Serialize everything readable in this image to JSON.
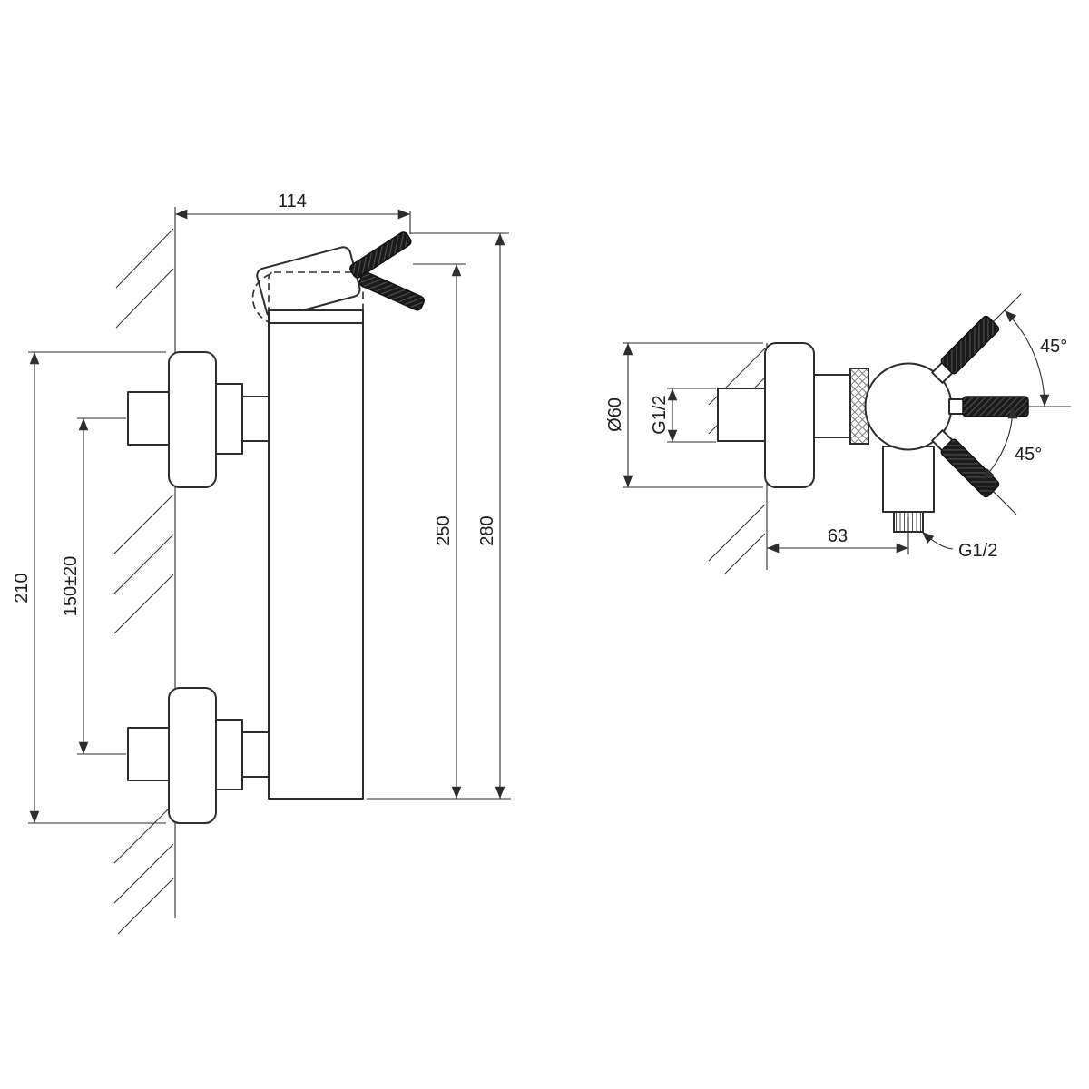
{
  "page": {
    "background": "#ffffff",
    "line_color": "#2d2d2d"
  },
  "drawing": {
    "side_view": {
      "dim_width": "114",
      "dim_overall_height_left": "210",
      "dim_connection_spacing": "150±20",
      "dim_body_height": "250",
      "dim_overall_height_right": "280"
    },
    "front_view": {
      "dim_flange_diameter": "Ø60",
      "dim_inlet_thread": "G1/2",
      "dim_wall_to_outlet": "63",
      "dim_outlet_thread": "G1/2",
      "dim_handle_angle_upper": "45°",
      "dim_handle_angle_lower": "45°"
    }
  }
}
